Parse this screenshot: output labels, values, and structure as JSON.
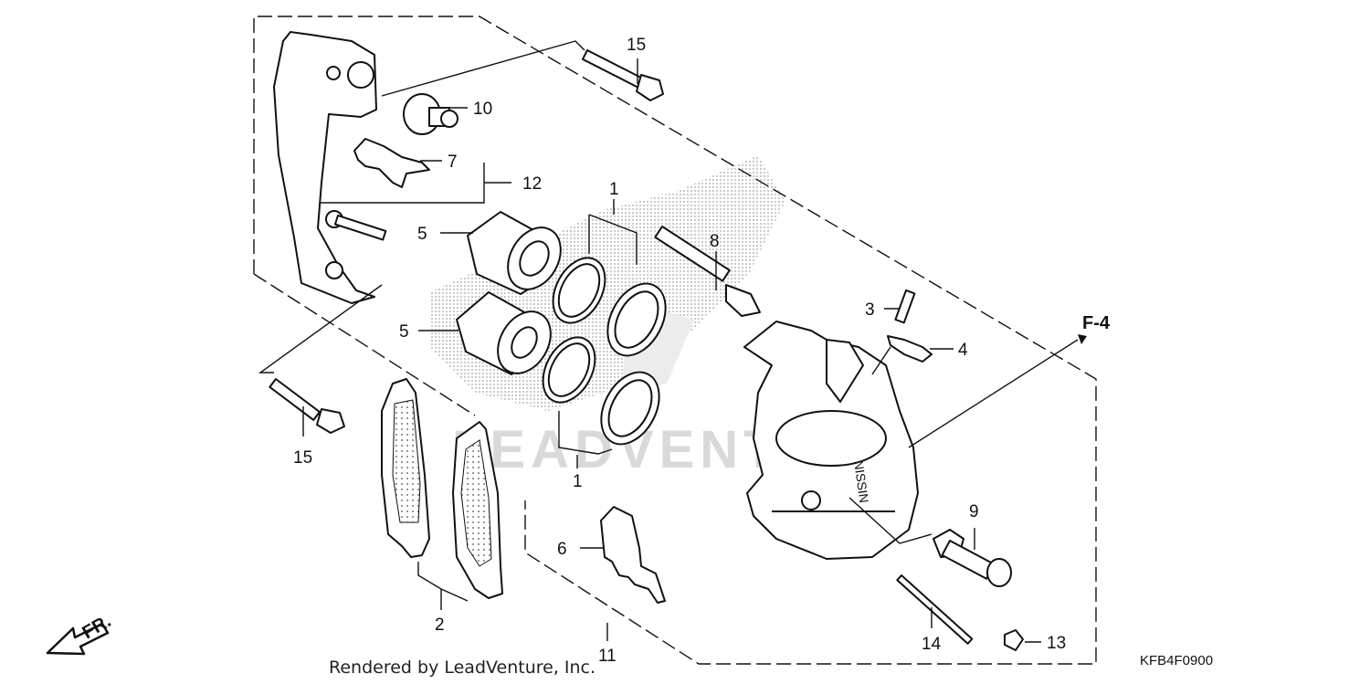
{
  "diagram": {
    "watermark_text": "LEADVENTURE",
    "callouts": {
      "c15a": "15",
      "c10": "10",
      "c7": "7",
      "c12": "12",
      "c1a": "1",
      "c8": "8",
      "c5a": "5",
      "c5b": "5",
      "c3": "3",
      "c4": "4",
      "c15b": "15",
      "c1b": "1",
      "c9": "9",
      "c6": "6",
      "c2": "2",
      "c11": "11",
      "c14": "14",
      "c13": "13"
    },
    "cross_ref": "F-4",
    "front_label": "FR.",
    "diagram_code": "KFB4F0900",
    "credit": "Rendered by LeadVenture, Inc.",
    "caliper_brand": "NISSIN"
  }
}
